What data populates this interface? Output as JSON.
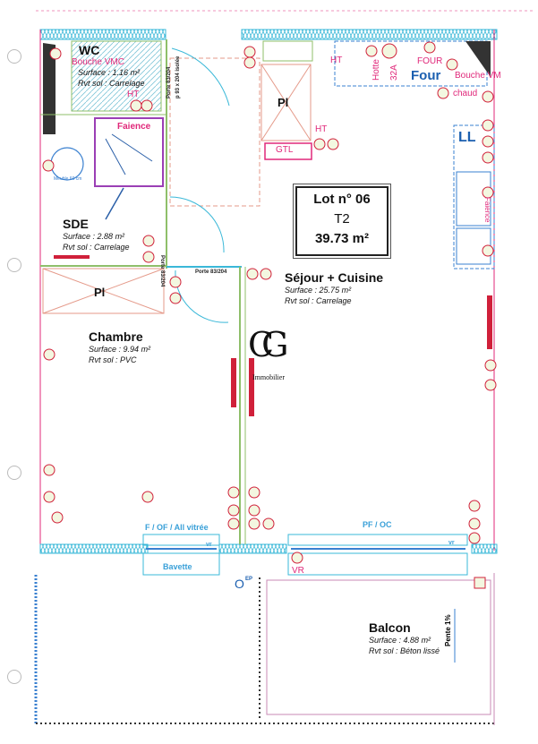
{
  "lot": {
    "title": "Lot n° 06",
    "type": "T2",
    "area": "39.73 m²"
  },
  "rooms": [
    {
      "name": "WC",
      "surface_label": "Surface :",
      "surface": "1.16 m²",
      "floor_label": "Rvt sol :",
      "floor": "Carrelage"
    },
    {
      "name": "SDE",
      "surface_label": "Surface :",
      "surface": "2.88 m²",
      "floor_label": "Rvt sol :",
      "floor": "Carrelage"
    },
    {
      "name": "Séjour + Cuisine",
      "surface_label": "Surface :",
      "surface": "25.75 m²",
      "floor_label": "Rvt sol :",
      "floor": "Carrelage"
    },
    {
      "name": "Chambre",
      "surface_label": "Surface :",
      "surface": "9.94 m²",
      "floor_label": "Rvt sol :",
      "floor": "PVC"
    },
    {
      "name": "Balcon",
      "surface_label": "Surface :",
      "surface": "4.88 m²",
      "floor_label": "Rvt sol :",
      "floor": "Béton lissé"
    }
  ],
  "labels": {
    "bouche_vmc": "Bouche VMC",
    "bouche_vm": "Bouche VM",
    "faience": "Faience",
    "faience2": "Faience",
    "ht": "HT",
    "pl": "Pl",
    "gtl": "GTL",
    "hotte": "Hotte",
    "a32": "32A",
    "four_small": "FOUR",
    "four": "Four",
    "chaud": "chaud",
    "ll": "LL",
    "meuble": "Meuble 60 cm",
    "porte_wc": "Porte 83/204",
    "porte_wc2": "p 93 x 204 isolée",
    "porte_sde": "Porte 83/204",
    "porte_ch": "Porte 83/204",
    "window1": "F / OF / All vitrée",
    "window2": "PF / OC",
    "vr_small": "vr",
    "vr": "VR",
    "bavette": "Bavette",
    "ep": "EP",
    "pente": "Pente 1%",
    "logo_sub": "Immobilier",
    "logo": "CG"
  },
  "colors": {
    "wall": "#3ab8d8",
    "electric": "#e0287a",
    "partition": "#8fbf6a",
    "socket_fill": "#f3f7e0"
  }
}
